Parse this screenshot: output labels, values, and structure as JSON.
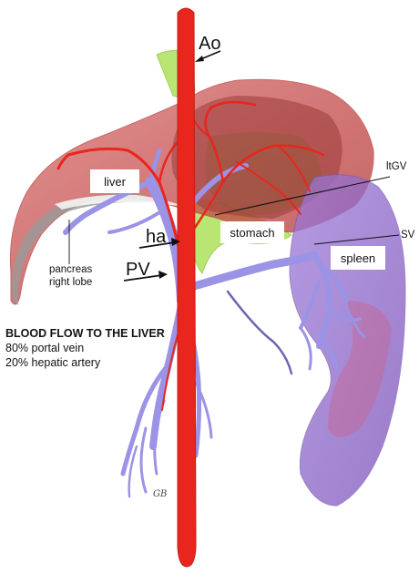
{
  "labels": {
    "aorta": "Ao",
    "liver": "liver",
    "stomach": "stomach",
    "spleen": "spleen",
    "ltgv": "ltGV",
    "sv": "SV",
    "ha": "ha",
    "pv": "PV",
    "pancreas_line1": "pancreas",
    "pancreas_line2": "right lobe"
  },
  "caption": {
    "title": "BLOOD FLOW TO THE LIVER",
    "line1": "80% portal vein",
    "line2": "20% hepatic artery"
  },
  "signature": "GB",
  "colors": {
    "liver": "#c24a4a",
    "stomach": "#b6e46c",
    "spleen": "#8b5fc8",
    "artery": "#e8261d",
    "vein": "#9a93e6"
  }
}
